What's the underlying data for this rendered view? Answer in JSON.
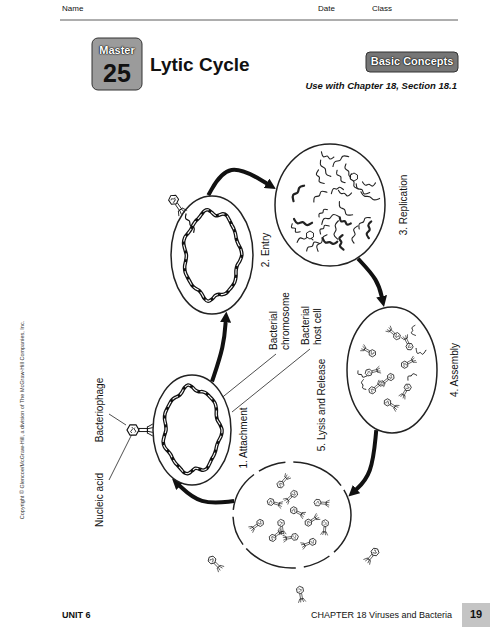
{
  "diagram": {
    "title": "Lytic Cycle",
    "nodes": [
      {
        "text": [
          "1. Attachment"
        ]
      },
      {
        "text": [
          "2. Entry"
        ]
      },
      {
        "text": [
          "3. Replication"
        ]
      },
      {
        "text": [
          "4. Assembly"
        ]
      },
      {
        "text": [
          "5. Lysis and Release"
        ]
      }
    ],
    "edges": [
      {
        "from": 0,
        "to": 1,
        "arrow": "to"
      },
      {
        "from": 1,
        "to": 2,
        "arrow": "to"
      },
      {
        "from": 2,
        "to": 3,
        "arrow": "to"
      },
      {
        "from": 3,
        "to": 4,
        "arrow": "to"
      },
      {
        "from": 4,
        "to": 0,
        "arrow": "to"
      }
    ],
    "labels": [
      "Name",
      "Date",
      "Class",
      "Master",
      "25",
      "Basic Concepts",
      "Use with Chapter 18, Section 18.1",
      "Bacteriophage",
      "Nucleic acid",
      "Bacterial chromosome",
      "Bacterial host cell",
      "Copyright © Glencoe/McGraw-Hill, a division of The McGraw-Hill Companies, Inc.",
      "UNIT 6",
      "CHAPTER 18 Viruses and Bacteria",
      "19"
    ]
  }
}
